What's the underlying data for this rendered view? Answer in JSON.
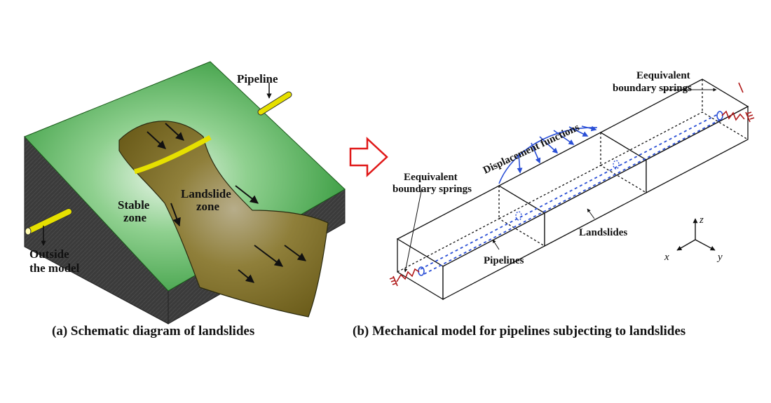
{
  "panel_a": {
    "labels": {
      "pipeline": "Pipeline",
      "landslide_line1": "Landslide",
      "landslide_line2": "zone",
      "stable_line1": "Stable",
      "stable_line2": "zone",
      "outside_line1": "Outside",
      "outside_line2": "the model"
    },
    "caption": "(a) Schematic diagram of landslides",
    "colors": {
      "surface_green": "#1f8f2a",
      "side_dark": "#3a3a3a",
      "landslide_olive": "#7d6d22",
      "pipe_yellow": "#e6e000"
    }
  },
  "panel_b": {
    "labels": {
      "displacement": "Displacement functions",
      "springs_left_line1": "Eequivalent",
      "springs_left_line2": "boundary springs",
      "springs_right_line1": "Eequivalent",
      "springs_right_line2": "boundary springs",
      "pipelines": "Pipelines",
      "landslides": "Landslides"
    },
    "axes": {
      "z": "z",
      "x": "x",
      "y": "y"
    },
    "caption": "(b) Mechanical model for pipelines subjecting to landslides",
    "colors": {
      "pipe_blue": "#2a4fd6",
      "spring_red": "#b01a1a",
      "arrow_red": "#e01818"
    }
  }
}
